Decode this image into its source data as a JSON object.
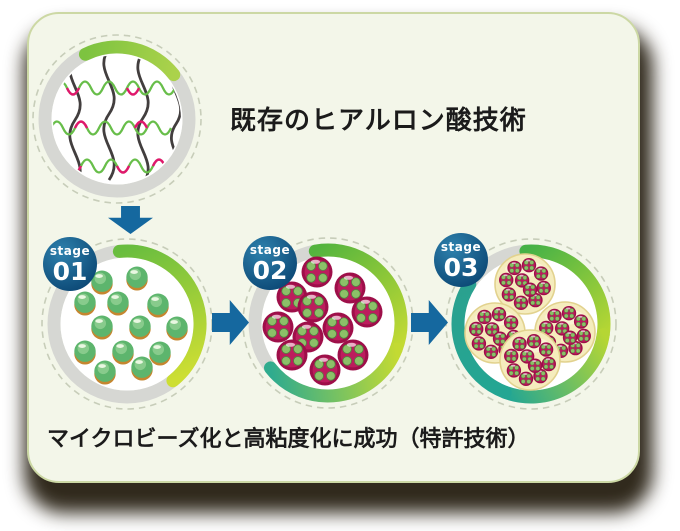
{
  "header": {
    "title": "既存のヒアルロン酸技術"
  },
  "footer": {
    "caption": "マイクロビーズ化と高粘度化に成功（特許技術）"
  },
  "stages": [
    {
      "badge_label": "stage",
      "badge_number": "01"
    },
    {
      "badge_label": "stage",
      "badge_number": "02"
    },
    {
      "badge_label": "stage",
      "badge_number": "03"
    }
  ],
  "colors": {
    "card_bg": "#f3f6e9",
    "card_border": "#ccd8a4",
    "shadow_brown": "#201808",
    "arrow_blue": "#15689f",
    "badge_blue_light": "#2e81ad",
    "badge_blue_dark": "#0d4a77",
    "ring_gray": "#d6d7d3",
    "dash_gray": "#c7cdb9",
    "arc_green": "#54b43e",
    "arc_lime": "#c3da33",
    "arc_teal": "#2fab8e",
    "bead_green": "#5db56d",
    "bead_orange": "#c5862f",
    "bead_magenta_dark": "#9e0f49",
    "bead_magenta": "#bc1d5d",
    "bead_dot_green": "#8cc068",
    "cluster_cream": "#f5ecbd",
    "text": "#1b1b1b",
    "ha_line_dark": "#423e3e",
    "ha_line_green": "#68be4a",
    "ha_line_pink": "#e0186c"
  },
  "scene": {
    "top_arc": {
      "start": -26,
      "end": 52,
      "stops": [
        "#7dc340",
        "#abd24b"
      ]
    },
    "stage_arcs": [
      {
        "start": -6,
        "end": 141,
        "stops": [
          "#69bd3f",
          "#cdde33"
        ]
      },
      {
        "start": -10,
        "end": 232,
        "stops": [
          "#54b43e",
          "#c3da33",
          "#2fab8e"
        ]
      },
      {
        "start": -4,
        "end": 303,
        "stops": [
          "#45b147",
          "#b5d634",
          "#23a693",
          "#2ba18f"
        ]
      }
    ],
    "stage1_beads": [
      [
        -25,
        -42
      ],
      [
        10,
        -46
      ],
      [
        -42,
        -21
      ],
      [
        -9,
        -21
      ],
      [
        31,
        -19
      ],
      [
        -25,
        3
      ],
      [
        13,
        3
      ],
      [
        50,
        4
      ],
      [
        -42,
        28
      ],
      [
        -4,
        28
      ],
      [
        33,
        29
      ],
      [
        -22,
        48
      ],
      [
        15,
        44
      ]
    ],
    "stage1_bead_radius": 11.5,
    "stage2_beads": [
      [
        -11,
        -51
      ],
      [
        22,
        -35
      ],
      [
        -36,
        -26
      ],
      [
        -15,
        -16
      ],
      [
        39,
        -11
      ],
      [
        -50,
        4
      ],
      [
        -20,
        14
      ],
      [
        10,
        5
      ],
      [
        -36,
        32
      ],
      [
        25,
        32
      ],
      [
        -3,
        47
      ]
    ],
    "stage2_bead_radius": 15.5,
    "stage3_clusters": [
      [
        -6,
        -40
      ],
      [
        -36,
        9
      ],
      [
        34,
        8
      ],
      [
        -1,
        36
      ]
    ],
    "stage3_cluster_radius": 30,
    "stage3_mini_radius": 7.2
  }
}
